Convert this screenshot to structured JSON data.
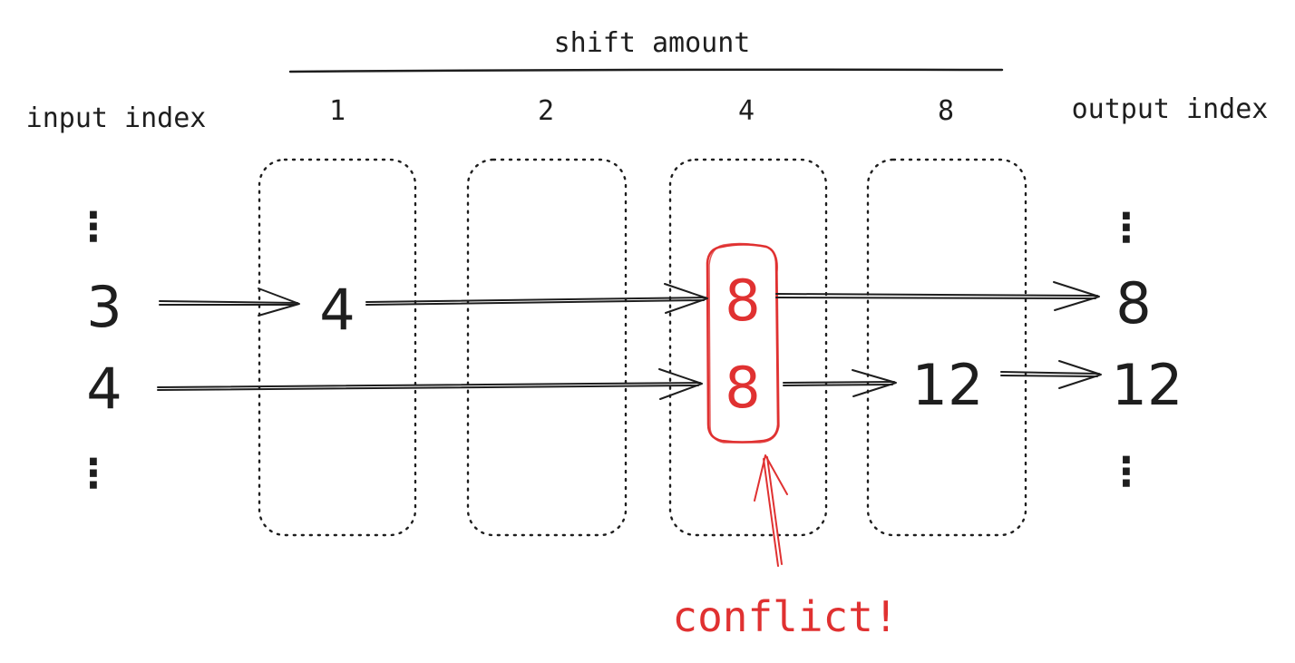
{
  "header": {
    "shift_amount_label": "shift amount",
    "input_index_label": "input index",
    "output_index_label": "output index"
  },
  "shift_columns": [
    "1",
    "2",
    "4",
    "8"
  ],
  "input_side": {
    "rows": [
      "3",
      "4"
    ],
    "ellipsis": "⋮"
  },
  "intermediate": {
    "after_shift_1": "4",
    "conflict_values": [
      "8",
      "8"
    ],
    "after_shift_8": "12"
  },
  "output_side": {
    "rows": [
      "8",
      "12"
    ],
    "ellipsis": "⋮"
  },
  "annotation": {
    "conflict_label": "conflict!"
  },
  "colors": {
    "ink": "#1e1e1e",
    "conflict": "#e03131",
    "background": "#ffffff"
  }
}
